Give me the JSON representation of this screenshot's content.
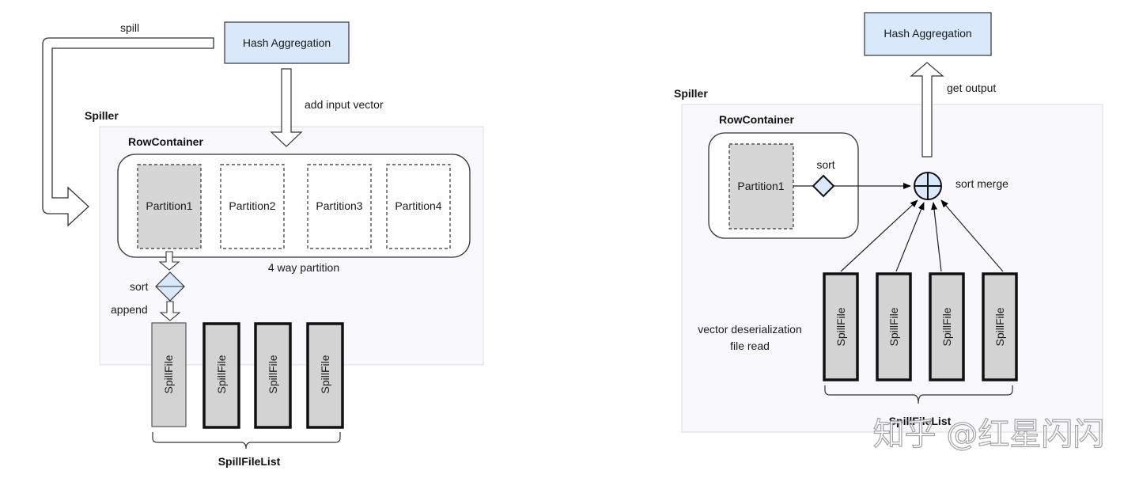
{
  "left": {
    "hash_aggregation": "Hash Aggregation",
    "spill_label": "spill",
    "add_input_label": "add input vector",
    "spiller_label": "Spiller",
    "row_container_label": "RowContainer",
    "partitions": [
      "Partition1",
      "Partition2",
      "Partition3",
      "Partition4"
    ],
    "partition_caption": "4 way partition",
    "sort_label": "sort",
    "append_label": "append",
    "spill_files": [
      "SpillFile",
      "SpillFile",
      "SpillFile",
      "SpillFile"
    ],
    "spill_file_list_label": "SpillFileList"
  },
  "right": {
    "hash_aggregation": "Hash Aggregation",
    "get_output_label": "get output",
    "spiller_label": "Spiller",
    "row_container_label": "RowContainer",
    "partition": "Partition1",
    "sort_label": "sort",
    "sort_merge_label": "sort merge",
    "read_label_line1": "vector deserialization",
    "read_label_line2": "file read",
    "spill_files": [
      "SpillFile",
      "SpillFile",
      "SpillFile",
      "SpillFile"
    ],
    "spill_file_list_label": "SpillFileList"
  },
  "watermark": "知乎 @红星闪闪",
  "colors": {
    "hash_fill": "#dae8fc",
    "partition_gray": "#d6d6d6",
    "spiller_bg": "#f9f9fd",
    "diamond_fill": "#dae8fc"
  }
}
